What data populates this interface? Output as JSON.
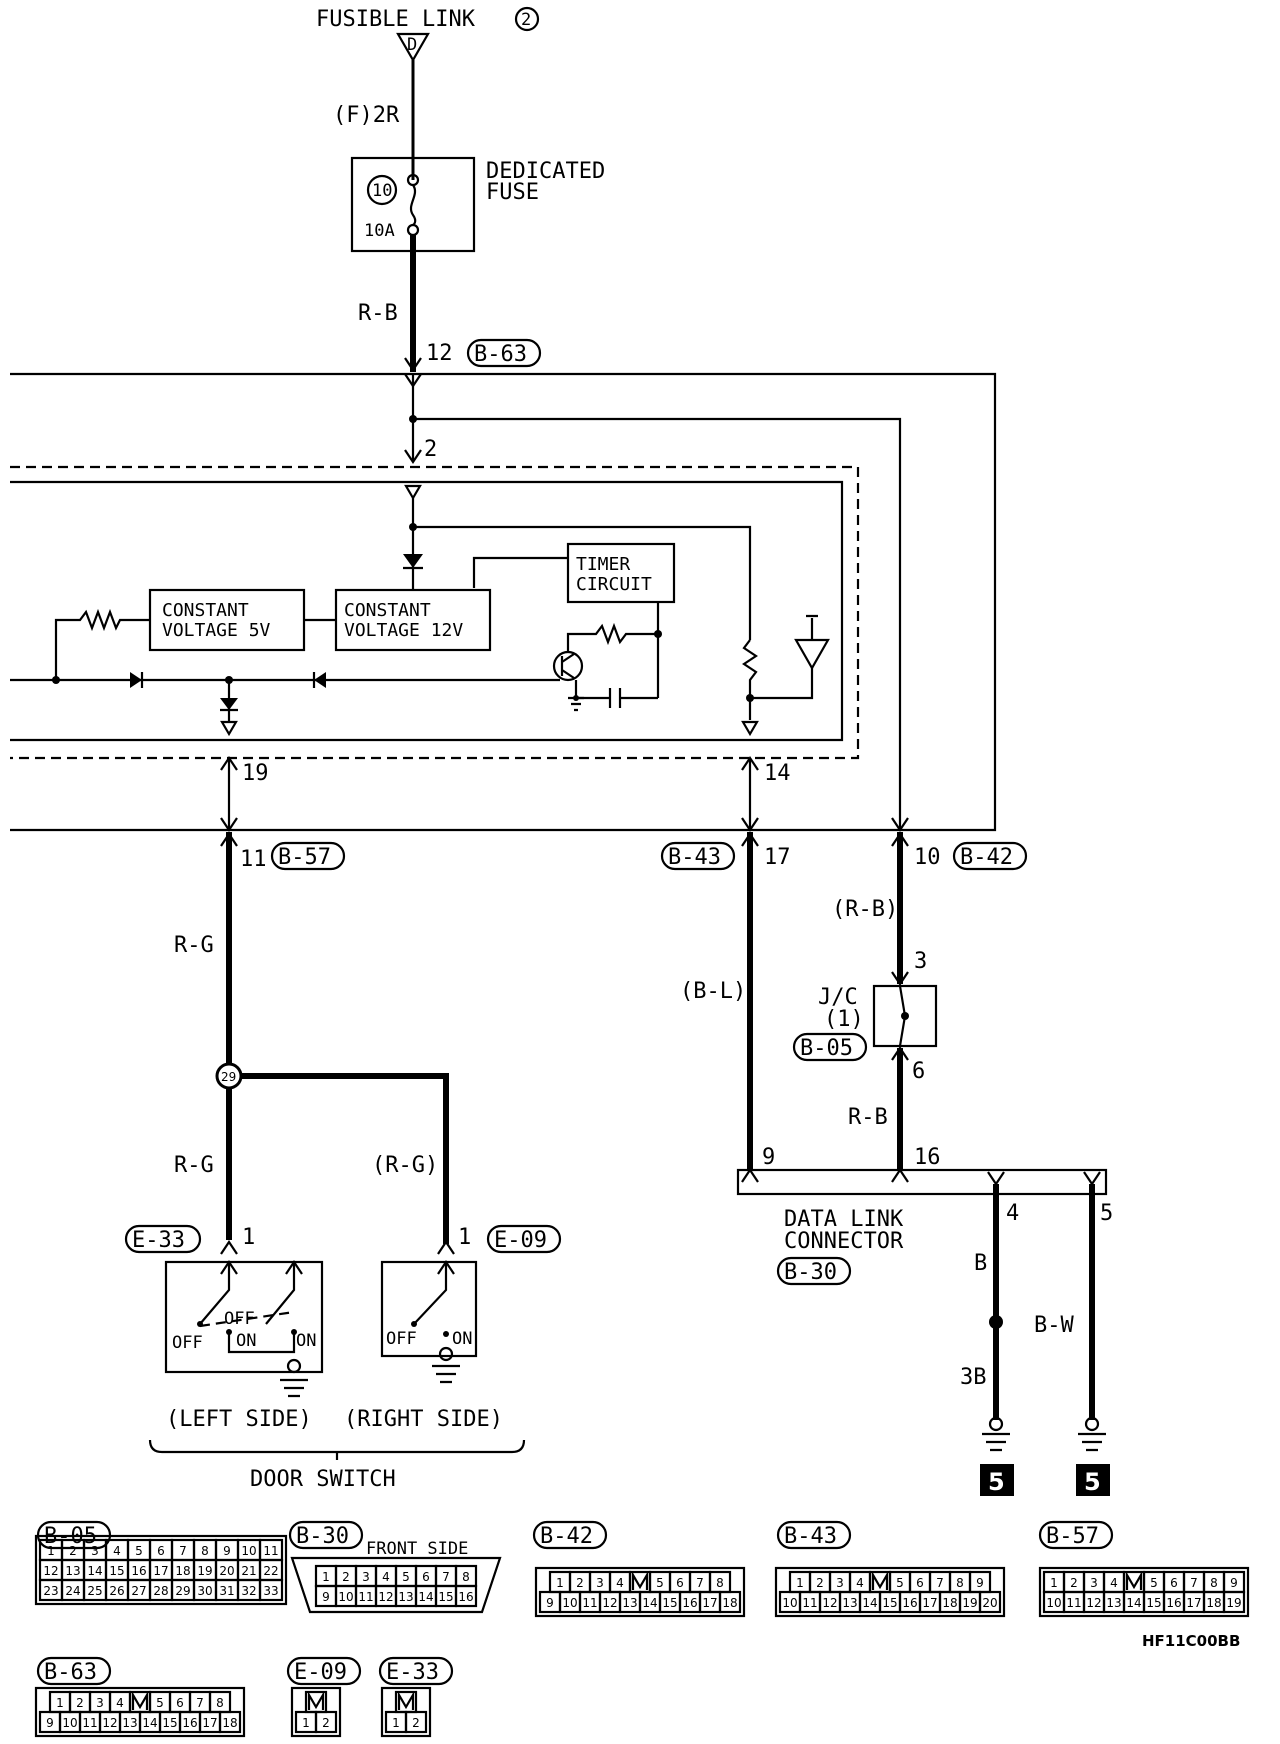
{
  "labels": {
    "fusible_link": "FUSIBLE LINK",
    "fusible_link_num": "2",
    "fusible_link_pin": "D",
    "wire_2r": "(F)2R",
    "dedicated_fuse_1": "DEDICATED",
    "dedicated_fuse_2": "FUSE",
    "fuse_num": "10",
    "fuse_amp": "10A",
    "wire_rb_top": "R-B",
    "pin12": "12",
    "conn_b63": "B-63",
    "pin2": "2",
    "timer_1": "TIMER",
    "timer_2": "CIRCUIT",
    "cv5_1": "CONSTANT",
    "cv5_2": "VOLTAGE 5V",
    "cv12_1": "CONSTANT",
    "cv12_2": "VOLTAGE 12V",
    "pin19": "19",
    "pin14": "14",
    "pin11": "11",
    "conn_b57": "B-57",
    "conn_b43": "B-43",
    "pin17": "17",
    "pin10": "10",
    "conn_b42": "B-42",
    "wire_rg_1": "R-G",
    "wire_bl": "(B-L)",
    "wire_rb_paren": "(R-B)",
    "pin3": "3",
    "jc_1": "J/C",
    "jc_2": "(1)",
    "conn_b05": "B-05",
    "pin6": "6",
    "wire_rb_mid": "R-B",
    "junction_29": "29",
    "wire_rg_2": "R-G",
    "wire_rg_paren": "(R-G)",
    "pin9": "9",
    "pin16": "16",
    "pin4": "4",
    "pin5": "5",
    "dlc_1": "DATA LINK",
    "dlc_2": "CONNECTOR",
    "conn_b30": "B-30",
    "pin1_left": "1",
    "conn_e33": "E-33",
    "pin1_right": "1",
    "conn_e09": "E-09",
    "wire_b": "B",
    "wire_bw": "B-W",
    "wire_3b": "3B",
    "ground_5a": "5",
    "ground_5b": "5",
    "off_1": "OFF",
    "off_2": "OFF",
    "on_1": "ON",
    "on_2": "ON",
    "off_3": "OFF",
    "on_3": "ON",
    "left_side": "(LEFT SIDE)",
    "right_side": "(RIGHT SIDE)",
    "door_switch": "DOOR SWITCH",
    "front_side": "FRONT SIDE",
    "figure_code": "HF11C00BB"
  },
  "connectors": [
    {
      "id": "B-05",
      "rows": [
        [
          "1",
          "2",
          "3",
          "4",
          "5",
          "6",
          "7",
          "8",
          "9",
          "10",
          "11"
        ],
        [
          "12",
          "13",
          "14",
          "15",
          "16",
          "17",
          "18",
          "19",
          "20",
          "21",
          "22"
        ],
        [
          "23",
          "24",
          "25",
          "26",
          "27",
          "28",
          "29",
          "30",
          "31",
          "32",
          "33"
        ]
      ]
    },
    {
      "id": "B-30",
      "rows": [
        [
          "1",
          "2",
          "3",
          "4",
          "5",
          "6",
          "7",
          "8"
        ],
        [
          "9",
          "10",
          "11",
          "12",
          "13",
          "14",
          "15",
          "16"
        ]
      ]
    },
    {
      "id": "B-42",
      "rows": [
        [
          "1",
          "2",
          "3",
          "4",
          "",
          "5",
          "6",
          "7",
          "8"
        ],
        [
          "9",
          "10",
          "11",
          "12",
          "13",
          "14",
          "15",
          "16",
          "17",
          "18"
        ]
      ]
    },
    {
      "id": "B-43",
      "rows": [
        [
          "1",
          "2",
          "3",
          "4",
          "",
          "5",
          "6",
          "7",
          "8",
          "9"
        ],
        [
          "10",
          "11",
          "12",
          "13",
          "14",
          "15",
          "16",
          "17",
          "18",
          "19",
          "20"
        ]
      ]
    },
    {
      "id": "B-57",
      "rows": [
        [
          "1",
          "2",
          "3",
          "4",
          "",
          "5",
          "6",
          "7",
          "8",
          "9"
        ],
        [
          "10",
          "11",
          "12",
          "13",
          "14",
          "15",
          "16",
          "17",
          "18",
          "19"
        ]
      ]
    },
    {
      "id": "B-63",
      "rows": [
        [
          "1",
          "2",
          "3",
          "4",
          "",
          "5",
          "6",
          "7",
          "8"
        ],
        [
          "9",
          "10",
          "11",
          "12",
          "13",
          "14",
          "15",
          "16",
          "17",
          "18"
        ]
      ]
    },
    {
      "id": "E-09",
      "rows": [
        [
          ""
        ],
        [
          "1",
          "2"
        ]
      ]
    },
    {
      "id": "E-33",
      "rows": [
        [
          ""
        ],
        [
          "1",
          "2"
        ]
      ]
    }
  ]
}
